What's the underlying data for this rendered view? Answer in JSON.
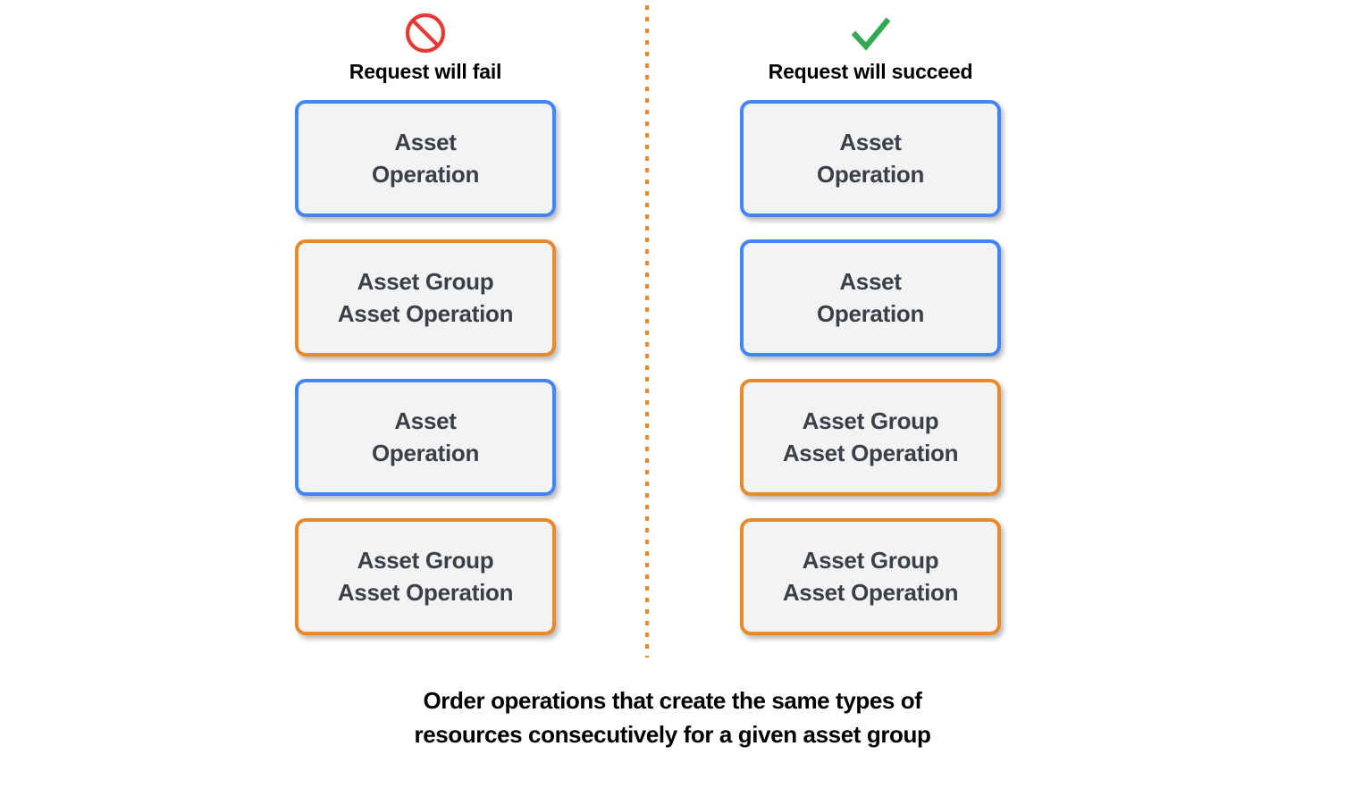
{
  "colors": {
    "asset_border": "#4285F4",
    "asset_group_border": "#E8892B",
    "card_fill": "#F1F3F4",
    "card_text": "#3C4043",
    "fail_icon": "#E53935",
    "succeed_icon": "#34A853",
    "divider": "#E8892B",
    "background": "#FFFFFF"
  },
  "columns": [
    {
      "id": "fail",
      "icon": "prohibition-icon",
      "title": "Request will fail",
      "cards": [
        {
          "type": "asset",
          "label": "Asset\nOperation"
        },
        {
          "type": "asset-group",
          "label": "Asset Group\nAsset Operation"
        },
        {
          "type": "asset",
          "label": "Asset\nOperation"
        },
        {
          "type": "asset-group",
          "label": "Asset Group\nAsset Operation"
        }
      ]
    },
    {
      "id": "succeed",
      "icon": "checkmark-icon",
      "title": "Request will succeed",
      "cards": [
        {
          "type": "asset",
          "label": "Asset\nOperation"
        },
        {
          "type": "asset",
          "label": "Asset\nOperation"
        },
        {
          "type": "asset-group",
          "label": "Asset Group\nAsset Operation"
        },
        {
          "type": "asset-group",
          "label": "Asset Group\nAsset Operation"
        }
      ]
    }
  ],
  "caption": "Order operations that create the same types of\nresources consecutively for a given asset group"
}
